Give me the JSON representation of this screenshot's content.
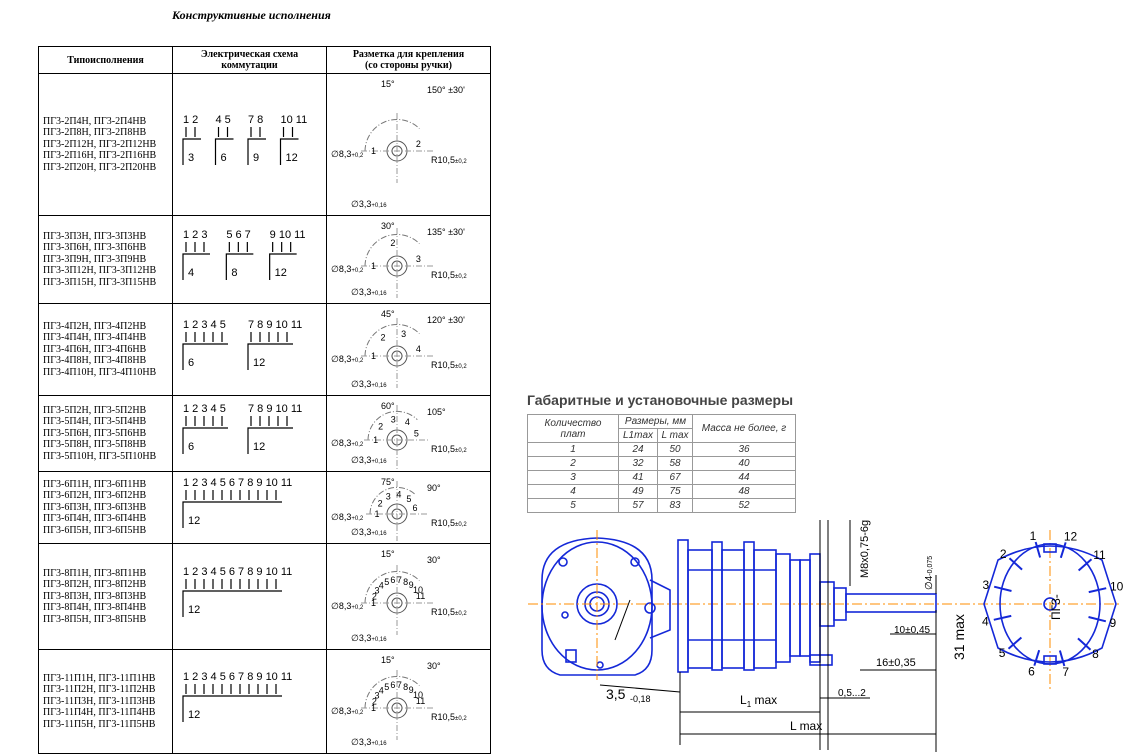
{
  "page": {
    "title": "Конструктивные исполнения"
  },
  "types_table": {
    "headers": [
      "Типоисполнения",
      "Электрическая схема коммутации",
      "Разметка для крепления (со стороны ручки)"
    ],
    "header_lines": {
      "col2_line1": "Электрическая схема",
      "col2_line2": "коммутации",
      "col3_line1": "Разметка для крепления",
      "col3_line2": "(со стороны ручки)"
    },
    "rows": [
      {
        "models": [
          "ПГ3-2П4Н, ПГ3-2П4НВ",
          "ПГ3-2П8Н, ПГ3-2П8НВ",
          "ПГ3-2П12Н, ПГ3-2П12НВ",
          "ПГ3-2П16Н, ПГ3-2П16НВ",
          "ПГ3-2П20Н, ПГ3-2П20НВ"
        ],
        "scheme_top": [
          "1 2",
          "4 5",
          "7 8",
          "10 11"
        ],
        "scheme_bottom": [
          "3",
          "6",
          "9",
          "12"
        ],
        "drill": {
          "angle": "15°",
          "arc": "150° ±30'",
          "pos": [
            "1",
            "2"
          ],
          "hole_d": "∅8,3",
          "hole_d_tol": "+0,2",
          "pin_d": "∅3,3",
          "pin_d_tol": "+0,16",
          "radius": "R10,5",
          "radius_tol": "±0,2"
        }
      },
      {
        "models": [
          "ПГ3-3П3Н, ПГ3-3П3НВ",
          "ПГ3-3П6Н, ПГ3-3П6НВ",
          "ПГ3-3П9Н, ПГ3-3П9НВ",
          "ПГ3-3П12Н, ПГ3-3П12НВ",
          "ПГ3-3П15Н, ПГ3-3П15НВ"
        ],
        "scheme_top": [
          "1 2 3",
          "5 6 7",
          "9 10 11"
        ],
        "scheme_bottom": [
          "4",
          "8",
          "12"
        ],
        "drill": {
          "angle": "30°",
          "arc": "135° ±30'",
          "pos": [
            "1",
            "2",
            "3"
          ],
          "hole_d": "∅8,3",
          "hole_d_tol": "+0,2",
          "pin_d": "∅3,3",
          "pin_d_tol": "+0,16",
          "radius": "R10,5",
          "radius_tol": "±0,2"
        }
      },
      {
        "models": [
          "ПГ3-4П2Н, ПГ3-4П2НВ",
          "ПГ3-4П4Н, ПГ3-4П4НВ",
          "ПГ3-4П6Н, ПГ3-4П6НВ",
          "ПГ3-4П8Н, ПГ3-4П8НВ",
          "ПГ3-4П10Н, ПГ3-4П10НВ"
        ],
        "scheme_top": [
          "1 2 3 4 5",
          "7 8 9 10 11"
        ],
        "scheme_bottom": [
          "6",
          "12"
        ],
        "drill": {
          "angle": "45°",
          "arc": "120° ±30'",
          "pos": [
            "1",
            "2",
            "3",
            "4"
          ],
          "hole_d": "∅8,3",
          "hole_d_tol": "+0,2",
          "pin_d": "∅3,3",
          "pin_d_tol": "+0,16",
          "radius": "R10,5",
          "radius_tol": "±0,2"
        }
      },
      {
        "models": [
          "ПГ3-5П2Н, ПГ3-5П2НВ",
          "ПГ3-5П4Н, ПГ3-5П4НВ",
          "ПГ3-5П6Н, ПГ3-5П6НВ",
          "ПГ3-5П8Н, ПГ3-5П8НВ",
          "ПГ3-5П10Н, ПГ3-5П10НВ"
        ],
        "scheme_top": [
          "1 2 3 4 5",
          "7 8 9 10 11"
        ],
        "scheme_bottom": [
          "6",
          "12"
        ],
        "drill": {
          "angle": "60°",
          "arc": "105°",
          "pos": [
            "1",
            "2",
            "3",
            "4",
            "5"
          ],
          "hole_d": "∅8,3",
          "hole_d_tol": "+0,2",
          "pin_d": "∅3,3",
          "pin_d_tol": "+0,16",
          "radius": "R10,5",
          "radius_tol": "±0,2"
        }
      },
      {
        "models": [
          "ПГ3-6П1Н, ПГ3-6П1НВ",
          "ПГ3-6П2Н, ПГ3-6П2НВ",
          "ПГ3-6П3Н, ПГ3-6П3НВ",
          "ПГ3-6П4Н, ПГ3-6П4НВ",
          "ПГ3-6П5Н, ПГ3-6П5НВ"
        ],
        "scheme_top": [
          "1 2 3 4 5 6 7 8 9 10 11"
        ],
        "scheme_bottom": [
          "12"
        ],
        "drill": {
          "angle": "75°",
          "arc": "90°",
          "pos": [
            "1",
            "2",
            "3",
            "4",
            "5",
            "6"
          ],
          "hole_d": "∅8,3",
          "hole_d_tol": "+0,2",
          "pin_d": "∅3,3",
          "pin_d_tol": "+0,16",
          "radius": "R10,5",
          "radius_tol": "±0,2"
        }
      },
      {
        "models": [
          "ПГ3-8П1Н, ПГ3-8П1НВ",
          "ПГ3-8П2Н, ПГ3-8П2НВ",
          "ПГ3-8П3Н, ПГ3-8П3НВ",
          "ПГ3-8П4Н, ПГ3-8П4НВ",
          "ПГ3-8П5Н, ПГ3-8П5НВ"
        ],
        "scheme_top": [
          "1 2 3 4 5 6 7 8 9 10 11"
        ],
        "scheme_bottom": [
          "12"
        ],
        "drill": {
          "angle": "15°",
          "arc": "30°",
          "pos": [
            "1",
            "2",
            "3",
            "4",
            "5",
            "6",
            "7",
            "8",
            "9",
            "10",
            "11"
          ],
          "hole_d": "∅8,3",
          "hole_d_tol": "+0,2",
          "pin_d": "∅3,3",
          "pin_d_tol": "+0,16",
          "radius": "R10,5",
          "radius_tol": "±0,2"
        }
      },
      {
        "models": [
          "ПГ3-11П1Н, ПГ3-11П1НВ",
          "ПГ3-11П2Н, ПГ3-11П2НВ",
          "ПГ3-11П3Н, ПГ3-11П3НВ",
          "ПГ3-11П4Н, ПГ3-11П4НВ",
          "ПГ3-11П5Н, ПГ3-11П5НВ"
        ],
        "scheme_top": [
          "1 2 3 4 5 6 7 8 9 10 11"
        ],
        "scheme_bottom": [
          "12"
        ],
        "drill": {
          "angle": "15°",
          "arc": "30°",
          "pos": [
            "1",
            "2",
            "3",
            "4",
            "5",
            "6",
            "7",
            "8",
            "9",
            "10",
            "11"
          ],
          "hole_d": "∅8,3",
          "hole_d_tol": "+0,2",
          "pin_d": "∅3,3",
          "pin_d_tol": "+0,16",
          "radius": "R10,5",
          "radius_tol": "±0,2"
        }
      }
    ]
  },
  "dimensions": {
    "title": "Габаритные и установочные размеры",
    "col_count": "Количество плат",
    "col_sizes": "Размеры, мм",
    "col_l1": "L1max",
    "col_l": "L max",
    "col_mass": "Масса не более, г",
    "rows": [
      [
        "1",
        "24",
        "50",
        "36"
      ],
      [
        "2",
        "32",
        "58",
        "40"
      ],
      [
        "3",
        "41",
        "67",
        "44"
      ],
      [
        "4",
        "49",
        "75",
        "48"
      ],
      [
        "5",
        "57",
        "83",
        "52"
      ]
    ]
  },
  "drawing": {
    "labels": {
      "thread": "M8x0,75-6g",
      "shaft_d": "∅4",
      "shaft_tol": "-0,075",
      "height": "31 max",
      "d10": "10±0,45",
      "d16": "16±0,35",
      "d35": "3,5",
      "d35_tol": "-0,18",
      "l1": "L",
      "l1_sub": "1",
      "l1_max": " max",
      "l": "L max",
      "gap": "0,5...2",
      "marking": "ПГ3-"
    },
    "contacts": [
      "1",
      "2",
      "3",
      "4",
      "5",
      "6",
      "7",
      "8",
      "9",
      "10",
      "11",
      "12"
    ]
  }
}
